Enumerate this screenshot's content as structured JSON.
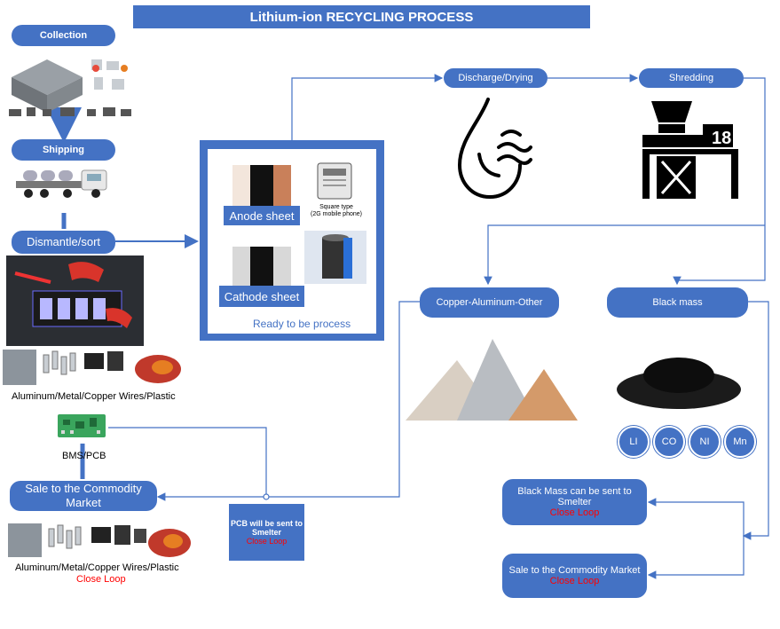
{
  "title": "Lithium-ion RECYCLING PROCESS",
  "steps": {
    "collection": "Collection",
    "shipping": "Shipping",
    "dismantle": "Dismantle/sort",
    "discharge": "Discharge/Drying",
    "shredding": "Shredding",
    "copper_aluminum": "Copper-Aluminum-Other",
    "black_mass": "Black mass"
  },
  "panel": {
    "anode": "Anode sheet",
    "cathode": "Cathode sheet",
    "ready": "Ready to be process",
    "square_type_line1": "Square type",
    "square_type_line2": "(2G mobile phone)"
  },
  "captions": {
    "materials_1": "Aluminum/Metal/Copper Wires/Plastic",
    "bms": "BMS/PCB",
    "materials_2": "Aluminum/Metal/Copper Wires/Plastic",
    "close_loop": "Close Loop"
  },
  "sale_left": "Sale to the Commodity Market",
  "pcb_box": {
    "line1": "PCB will be sent to",
    "line2": "Smelter",
    "close": "Close Loop"
  },
  "black_mass_box": {
    "line1": "Black Mass can be sent to",
    "line2": "Smelter",
    "close": "Close Loop"
  },
  "sale_right": {
    "label": "Sale to the Commodity Market",
    "close": "Close Loop"
  },
  "elements": [
    "LI",
    "CO",
    "NI",
    "Mn"
  ],
  "colors": {
    "primary": "#4472c4",
    "accent_red": "#ff0000"
  }
}
